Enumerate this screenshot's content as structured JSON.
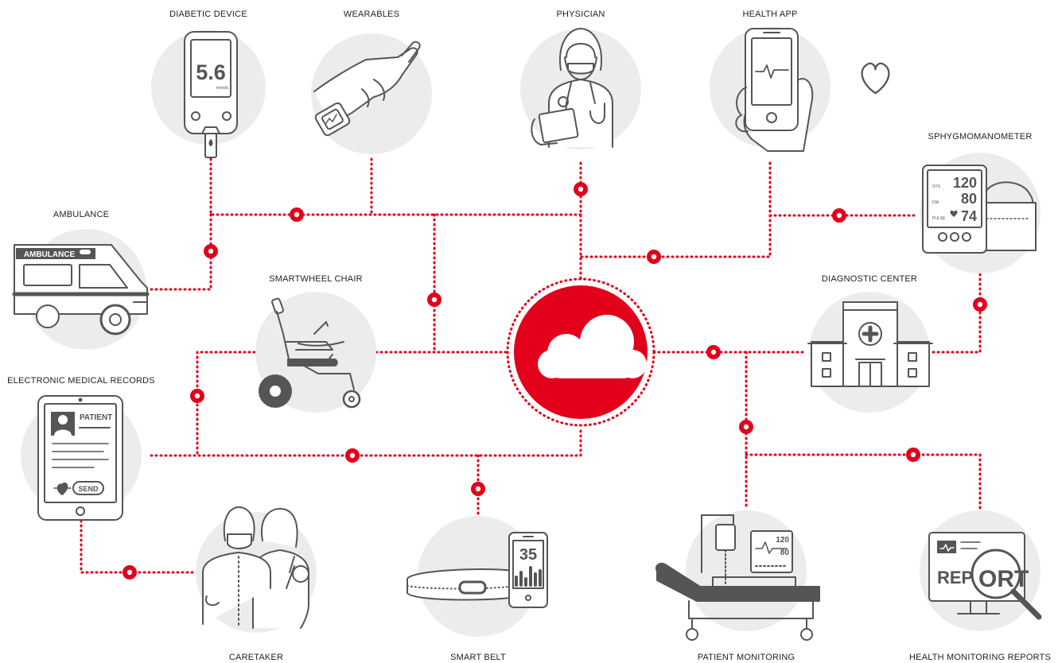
{
  "colors": {
    "accent": "#e2001a",
    "bubble": "#ececec",
    "line_art": "#555555",
    "label": "#222222"
  },
  "labels": {
    "diabetic_device": "DIABETIC DEVICE",
    "wearables": "WEARABLES",
    "physician": "PHYSICIAN",
    "health_app": "HEALTH APP",
    "sphygmomanometer": "SPHYGMOMANOMETER",
    "ambulance": "AMBULANCE",
    "smart_wheel_chair": "SMARTWHEEL CHAIR",
    "diagnostic_center": "DIAGNOSTIC CENTER",
    "electronic_medical_records": "ELECTRONIC MEDICAL RECORDS",
    "caretaker": "CARETAKER",
    "smart_belt": "SMART BELT",
    "patient_monitoring": "PATIENT MONITORING",
    "health_monitoring_reports": "HEALTH MONITORING REPORTS"
  },
  "device_text": {
    "glucose_reading": "5.6",
    "glucose_unit": "mmol/L",
    "bp_sys_label": "SYS",
    "bp_sys": "120",
    "bp_dia_label": "DIA",
    "bp_dia": "80",
    "bp_pulse_label": "PULSE",
    "bp_pulse": "74",
    "ambulance_text": "AMBULANCE",
    "emr_patient": "PATIENT",
    "emr_send": "SEND",
    "belt_reading": "35",
    "monitor_top": "120",
    "monitor_bottom": "80",
    "report_text_a": "REP",
    "report_text_b": "ORT"
  },
  "icons": {
    "center": "cloud-icon",
    "nodes": [
      "glucose-meter-icon",
      "smartwatch-hand-icon",
      "doctor-icon",
      "smartphone-heart-icon",
      "blood-pressure-monitor-icon",
      "ambulance-icon",
      "wheelchair-icon",
      "hospital-building-icon",
      "tablet-record-icon",
      "caregivers-icon",
      "smart-belt-icon",
      "hospital-bed-monitor-icon",
      "report-magnifier-icon"
    ]
  }
}
